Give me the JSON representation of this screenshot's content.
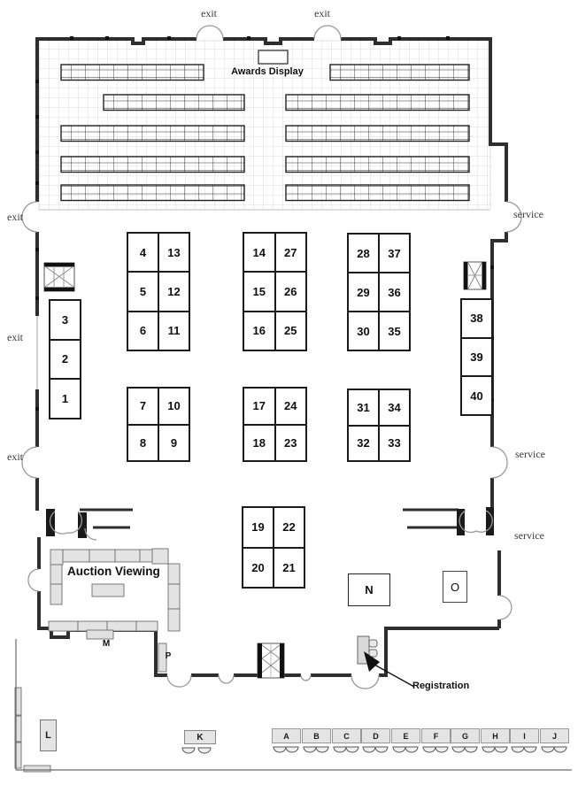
{
  "floor_plan": {
    "door_labels": {
      "exit_top_left": "exit",
      "exit_top_right": "exit",
      "exit_left_upper": "exit",
      "exit_left_middle": "exit",
      "exit_left_lower": "exit",
      "service_right_upper": "service",
      "service_right_middle": "service",
      "service_right_lower": "service"
    },
    "area_labels": {
      "awards_display": "Awards Display",
      "auction_viewing": "Auction Viewing",
      "registration": "Registration"
    },
    "stations": {
      "k": "K",
      "l": "L",
      "m": "M",
      "n": "N",
      "o": "O",
      "p": "P"
    },
    "head_tables": [
      "A",
      "B",
      "C",
      "D",
      "E",
      "F",
      "G",
      "H",
      "I",
      "J"
    ],
    "booth_columns": {
      "left_wall": [
        "3",
        "2",
        "1"
      ],
      "right_wall": [
        "38",
        "39",
        "40"
      ]
    },
    "booth_groups": {
      "g4": [
        [
          "4",
          "13"
        ],
        [
          "5",
          "12"
        ],
        [
          "6",
          "11"
        ]
      ],
      "g14": [
        [
          "14",
          "27"
        ],
        [
          "15",
          "26"
        ],
        [
          "16",
          "25"
        ]
      ],
      "g28": [
        [
          "28",
          "37"
        ],
        [
          "29",
          "36"
        ],
        [
          "30",
          "35"
        ]
      ],
      "g7": [
        [
          "7",
          "10"
        ],
        [
          "8",
          "9"
        ]
      ],
      "g17": [
        [
          "17",
          "24"
        ],
        [
          "18",
          "23"
        ]
      ],
      "g31": [
        [
          "31",
          "34"
        ],
        [
          "32",
          "33"
        ]
      ],
      "g19": [
        [
          "19",
          "22"
        ],
        [
          "20",
          "21"
        ]
      ]
    }
  }
}
